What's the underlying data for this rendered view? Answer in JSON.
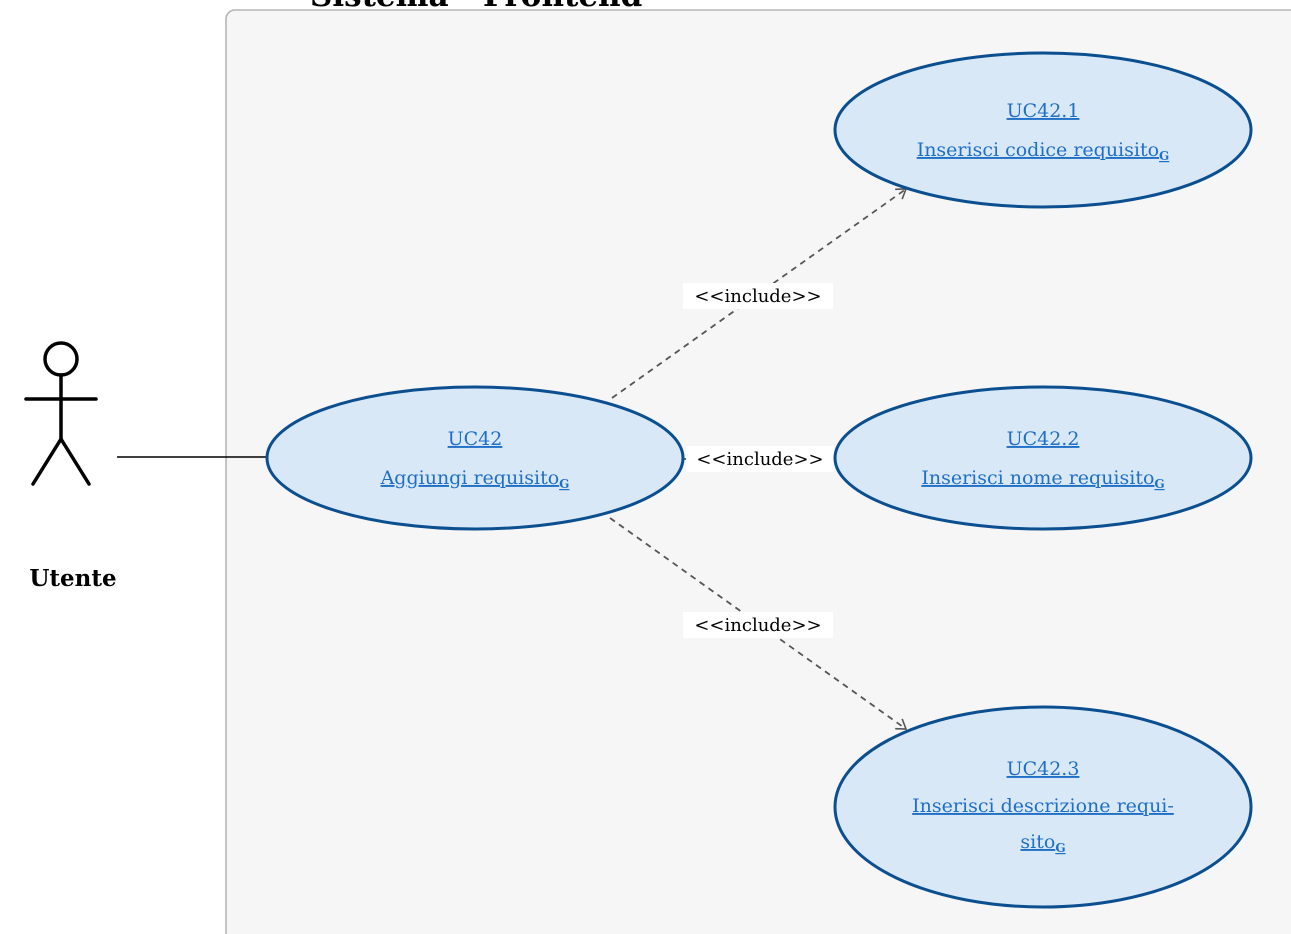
{
  "system": {
    "title": "Sistema - Frontend"
  },
  "actor": {
    "label": "Utente"
  },
  "use_cases": [
    {
      "id": "UC42",
      "name": "Aggiungi requisito",
      "glossary": "G"
    },
    {
      "id": "UC42.1",
      "name": "Inserisci codice requisito",
      "glossary": "G"
    },
    {
      "id": "UC42.2",
      "name": "Inserisci nome requisito",
      "glossary": "G"
    },
    {
      "id": "UC42.3",
      "name_line1": "Inserisci descrizione requi-",
      "name_line2": "sito",
      "glossary": "G"
    }
  ],
  "relations": [
    {
      "label": "<<include>>",
      "from": "UC42",
      "to": "UC42.1"
    },
    {
      "label": "<<include>>",
      "from": "UC42",
      "to": "UC42.2"
    },
    {
      "label": "<<include>>",
      "from": "UC42",
      "to": "UC42.3"
    }
  ],
  "colors": {
    "system_fill": "#f6f6f6",
    "system_border": "#b5b5b5",
    "usecase_fill": "#d9e8f7",
    "usecase_border": "#0b4f91",
    "link_text": "#1f6fc7",
    "dashed_line": "#555555"
  }
}
